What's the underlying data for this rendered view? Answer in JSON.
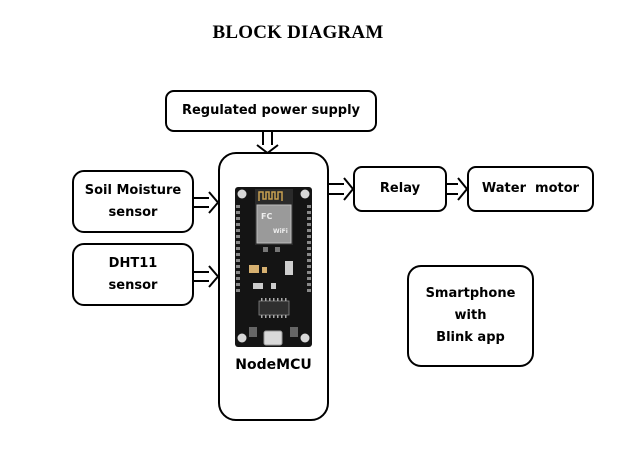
{
  "title": "BLOCK DIAGRAM",
  "blocks": {
    "power_supply": "Regulated power supply",
    "soil_sensor_line1": "Soil Moisture",
    "soil_sensor_line2": "sensor",
    "dht_sensor_line1": "DHT11",
    "dht_sensor_line2": "sensor",
    "controller": "NodeMCU",
    "relay": "Relay",
    "water_motor": "Water  motor",
    "smartphone_line1": "Smartphone with",
    "smartphone_line2": "Blink app"
  },
  "connections": [
    {
      "from": "Regulated power supply",
      "to": "NodeMCU"
    },
    {
      "from": "Soil Moisture sensor",
      "to": "NodeMCU"
    },
    {
      "from": "DHT11 sensor",
      "to": "NodeMCU"
    },
    {
      "from": "NodeMCU",
      "to": "Relay"
    },
    {
      "from": "Relay",
      "to": "Water motor"
    }
  ],
  "board_image": {
    "description": "NodeMCU ESP8266 development board photo"
  }
}
